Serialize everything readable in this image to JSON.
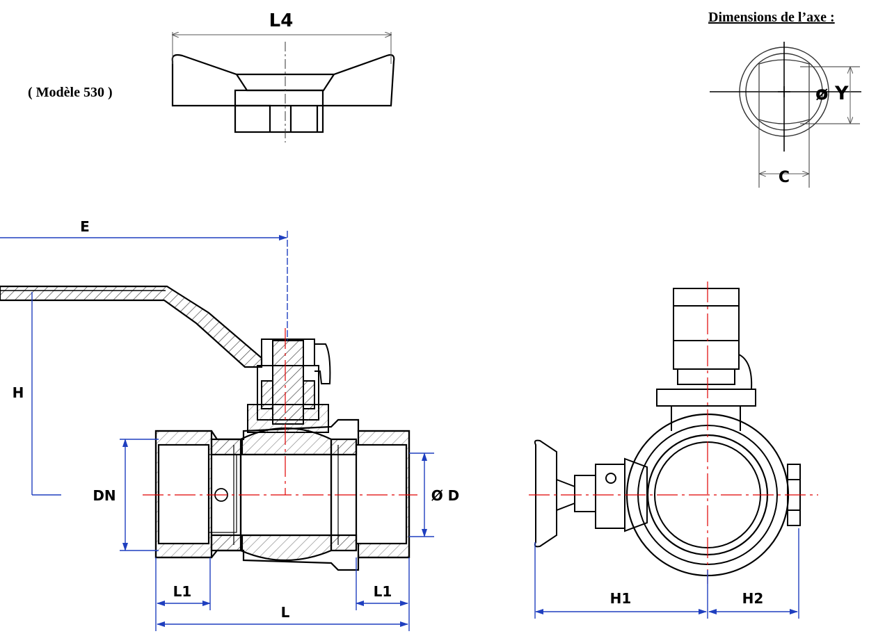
{
  "headings": {
    "model": "( Modèle 530 )",
    "axis_dimensions": "Dimensions de l’axe :"
  },
  "labels": {
    "L4": "L4",
    "phiY": "ø Y",
    "C": "C",
    "E": "E",
    "H": "H",
    "DN": "DN",
    "phiD": "Ø D",
    "L1_left": "L1",
    "L1_right": "L1",
    "L": "L",
    "H1": "H1",
    "H2": "H2"
  },
  "colors": {
    "outline": "#000000",
    "dimension": "#1f3fbf",
    "centerline": "#e00000",
    "hatch": "#444444"
  }
}
